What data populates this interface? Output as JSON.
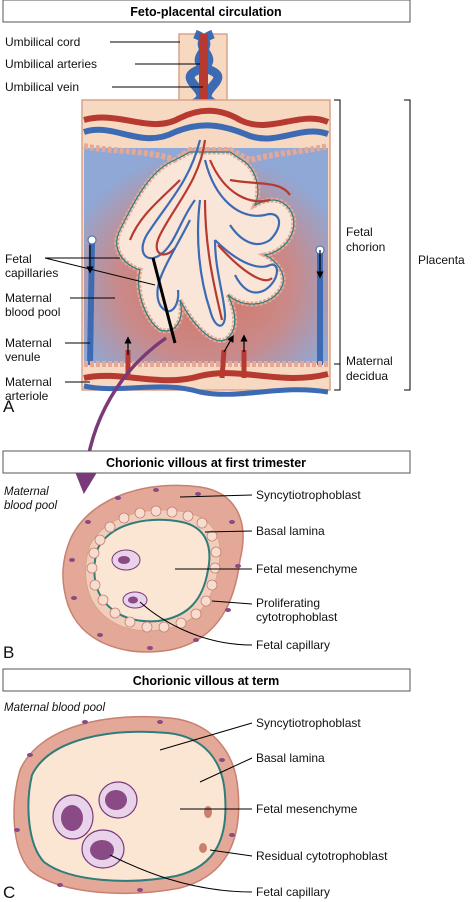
{
  "panel_a": {
    "header": "Feto-placental circulation",
    "letter": "A",
    "labels": {
      "umbilical_cord": "Umbilical cord",
      "umbilical_arteries": "Umbilical arteries",
      "umbilical_vein": "Umbilical vein",
      "fetal_capillaries_1": "Fetal",
      "fetal_capillaries_2": "capillaries",
      "maternal_blood_pool_1": "Maternal",
      "maternal_blood_pool_2": "blood pool",
      "maternal_venule_1": "Maternal",
      "maternal_venule_2": "venule",
      "maternal_arteriole_1": "Maternal",
      "maternal_arteriole_2": "arteriole",
      "fetal_chorion_1": "Fetal",
      "fetal_chorion_2": "chorion",
      "placenta": "Placenta",
      "maternal_decidua_1": "Maternal",
      "maternal_decidua_2": "decidua"
    }
  },
  "panel_b": {
    "header": "Chorionic villous at first trimester",
    "letter": "B",
    "pool_label_1": "Maternal",
    "pool_label_2": "blood pool",
    "labels": {
      "syncytiotrophoblast": "Syncytiotrophoblast",
      "basal_lamina": "Basal lamina",
      "fetal_mesenchyme": "Fetal mesenchyme",
      "proliferating_1": "Proliferating",
      "proliferating_2": "cytotrophoblast",
      "fetal_capillary": "Fetal capillary"
    }
  },
  "panel_c": {
    "header": "Chorionic villous at term",
    "letter": "C",
    "pool_label": "Maternal blood pool",
    "labels": {
      "syncytiotrophoblast": "Syncytiotrophoblast",
      "basal_lamina": "Basal lamina",
      "fetal_mesenchyme": "Fetal mesenchyme",
      "residual": "Residual cytotrophoblast",
      "fetal_capillary": "Fetal capillary"
    }
  },
  "colors": {
    "artery": "#b73a30",
    "vein": "#3d6bb3",
    "maternal_pool": "#cf7a6a",
    "background_blue": "#8fa8d6",
    "trophoblast": "#e3a897",
    "mesenchyme": "#fbe5d3",
    "basal_lamina": "#2e7d7a",
    "nucleus": "#8a4a86",
    "arrow_purple": "#7a3a7a"
  }
}
